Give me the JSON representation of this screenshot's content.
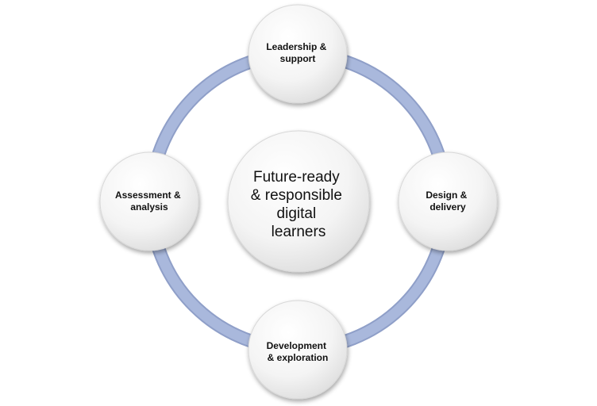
{
  "diagram": {
    "center": {
      "lines": [
        "Future-ready",
        "& responsible",
        "digital",
        "learners"
      ]
    },
    "nodes": {
      "top": {
        "lines": [
          "Leadership &",
          "support"
        ]
      },
      "right": {
        "lines": [
          "Design &",
          "delivery"
        ]
      },
      "bottom": {
        "lines": [
          "Development",
          "& exploration"
        ]
      },
      "left": {
        "lines": [
          "Assessment &",
          "analysis"
        ]
      }
    }
  },
  "colors": {
    "ring": "#a9b8dc",
    "ring_edge": "#8f9fc8",
    "circle_fill_light": "#ffffff",
    "circle_fill_dark": "#e6e6e6",
    "circle_stroke": "#d8d8d8",
    "text": "#111111"
  }
}
